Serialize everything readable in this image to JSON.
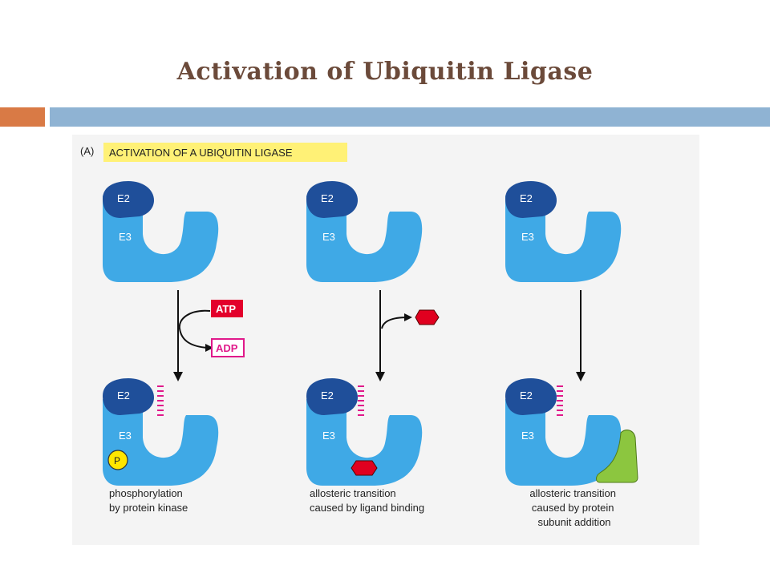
{
  "slide": {
    "title": "Activation of Ubiquitin Ligase"
  },
  "figure": {
    "panel_label": "(A)",
    "panel_title": "ACTIVATION OF A UBIQUITIN LIGASE",
    "e2_label": "E2",
    "e3_label": "E3",
    "atp_label": "ATP",
    "adp_label": "ADP",
    "p_label": "P",
    "captions": [
      [
        "phosphorylation",
        "by protein kinase"
      ],
      [
        "allosteric transition",
        "caused by ligand binding"
      ],
      [
        "allosteric transition",
        "caused by protein",
        "subunit addition"
      ]
    ],
    "colors": {
      "e3": "#3fa9e6",
      "e2": "#1f4f9a",
      "atp": "#e3002b",
      "adp": "#e0198a",
      "ligand": "#e0001f",
      "subunit": "#8cc63f",
      "phosphate": "#ffe600",
      "highlight": "#fff176"
    }
  }
}
